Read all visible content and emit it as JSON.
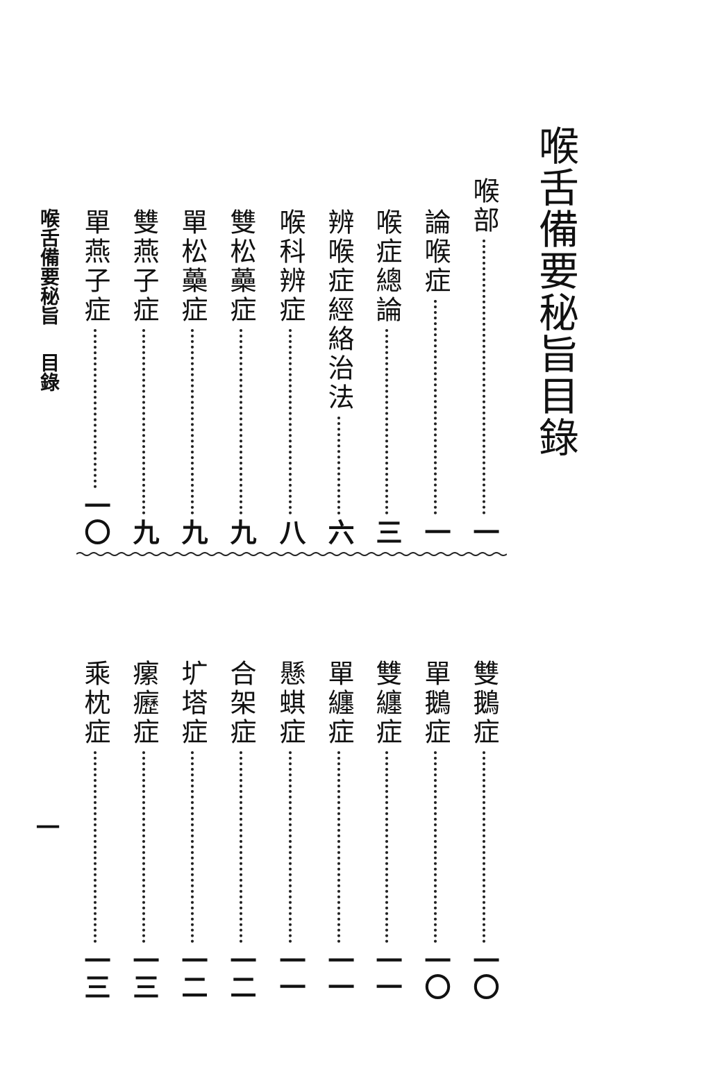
{
  "title": "喉舌備要秘旨目錄",
  "running_head": {
    "book": "喉舌備要秘旨",
    "section": "目錄"
  },
  "page_number": "一",
  "top_entries": [
    {
      "name": "喉部",
      "page": "一"
    },
    {
      "name": "論喉症",
      "page": "一"
    },
    {
      "name": "喉症總論",
      "page": "三"
    },
    {
      "name": "辨喉症經絡治法",
      "page": "六"
    },
    {
      "name": "喉科辨症",
      "page": "八"
    },
    {
      "name": "雙松蘽症",
      "page": "九"
    },
    {
      "name": "單松蘽症",
      "page": "九"
    },
    {
      "name": "雙燕子症",
      "page": "九"
    },
    {
      "name": "單燕子症",
      "page": "一〇"
    }
  ],
  "bottom_entries": [
    {
      "name": "雙鵝症",
      "page": "一〇"
    },
    {
      "name": "單鵝症",
      "page": "一〇"
    },
    {
      "name": "雙纏症",
      "page": "一一"
    },
    {
      "name": "單纏症",
      "page": "一一"
    },
    {
      "name": "懸蜞症",
      "page": "一一"
    },
    {
      "name": "合架症",
      "page": "一二"
    },
    {
      "name": "圹塔症",
      "page": "一二"
    },
    {
      "name": "瘰癧症",
      "page": "一三"
    },
    {
      "name": "乘枕症",
      "page": "一三"
    }
  ]
}
